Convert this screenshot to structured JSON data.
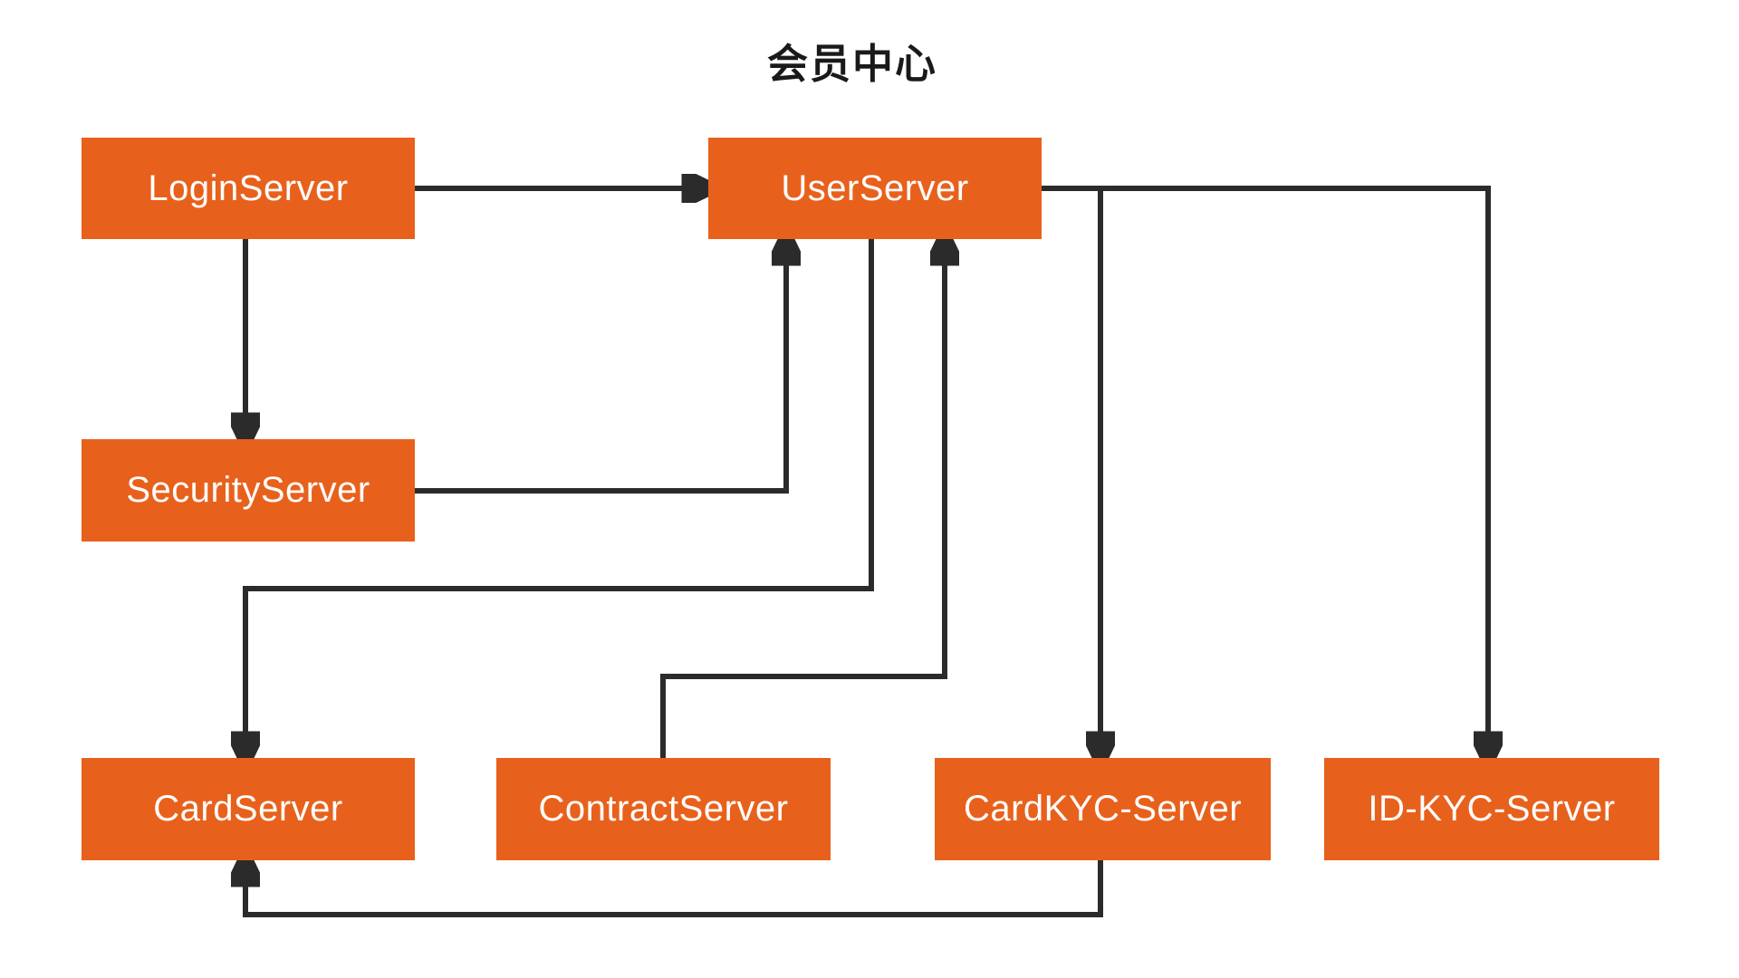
{
  "title": "会员中心",
  "colors": {
    "node_fill": "#E8611C",
    "node_text": "#FFFFFF",
    "edge": "#2B2B2B",
    "title_text": "#1A1A1A",
    "background": "#FFFFFF"
  },
  "nodes": [
    {
      "id": "login",
      "label": "LoginServer"
    },
    {
      "id": "user",
      "label": "UserServer"
    },
    {
      "id": "security",
      "label": "SecurityServer"
    },
    {
      "id": "card",
      "label": "CardServer"
    },
    {
      "id": "contract",
      "label": "ContractServer"
    },
    {
      "id": "cardkyc",
      "label": "CardKYC-Server"
    },
    {
      "id": "idkyc",
      "label": "ID-KYC-Server"
    }
  ],
  "edges": [
    {
      "from": "LoginServer",
      "to": "UserServer"
    },
    {
      "from": "LoginServer",
      "to": "SecurityServer"
    },
    {
      "from": "SecurityServer",
      "to": "UserServer"
    },
    {
      "from": "UserServer",
      "to": "CardServer"
    },
    {
      "from": "ContractServer",
      "to": "UserServer"
    },
    {
      "from": "UserServer",
      "to": "CardKYC-Server"
    },
    {
      "from": "UserServer",
      "to": "ID-KYC-Server"
    },
    {
      "from": "CardKYC-Server",
      "to": "CardServer"
    }
  ]
}
